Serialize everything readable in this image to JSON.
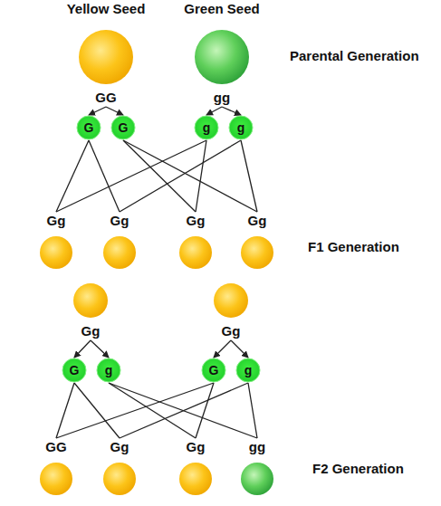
{
  "diagram": {
    "nodes": [
      {
        "text": [
          "Yellow Seed",
          "GG"
        ]
      },
      {
        "text": [
          "Green Seed",
          "gg"
        ]
      },
      {
        "text": [
          "G"
        ]
      },
      {
        "text": [
          "G"
        ]
      },
      {
        "text": [
          "g"
        ]
      },
      {
        "text": [
          "g"
        ]
      },
      {
        "text": [
          "Gg"
        ]
      },
      {
        "text": [
          "Gg"
        ]
      },
      {
        "text": [
          "Gg"
        ]
      },
      {
        "text": [
          "Gg"
        ]
      },
      {
        "text": [
          "Gg"
        ]
      },
      {
        "text": [
          "Gg"
        ]
      },
      {
        "text": [
          "G"
        ]
      },
      {
        "text": [
          "g"
        ]
      },
      {
        "text": [
          "G"
        ]
      },
      {
        "text": [
          "g"
        ]
      },
      {
        "text": [
          "GG"
        ]
      },
      {
        "text": [
          "Gg"
        ]
      },
      {
        "text": [
          "Gg"
        ]
      },
      {
        "text": [
          "gg"
        ]
      }
    ],
    "edges": [
      {
        "from": 0,
        "to": 2,
        "arrow": "to"
      },
      {
        "from": 0,
        "to": 3,
        "arrow": "to"
      },
      {
        "from": 1,
        "to": 4,
        "arrow": "to"
      },
      {
        "from": 1,
        "to": 5,
        "arrow": "to"
      },
      {
        "from": 2,
        "to": 6,
        "arrow": "none"
      },
      {
        "from": 2,
        "to": 7,
        "arrow": "none"
      },
      {
        "from": 3,
        "to": 8,
        "arrow": "none"
      },
      {
        "from": 3,
        "to": 9,
        "arrow": "none"
      },
      {
        "from": 4,
        "to": 6,
        "arrow": "none"
      },
      {
        "from": 4,
        "to": 8,
        "arrow": "none"
      },
      {
        "from": 5,
        "to": 7,
        "arrow": "none"
      },
      {
        "from": 5,
        "to": 9,
        "arrow": "none"
      },
      {
        "from": 10,
        "to": 12,
        "arrow": "to"
      },
      {
        "from": 10,
        "to": 13,
        "arrow": "to"
      },
      {
        "from": 11,
        "to": 14,
        "arrow": "to"
      },
      {
        "from": 11,
        "to": 15,
        "arrow": "to"
      },
      {
        "from": 12,
        "to": 16,
        "arrow": "none"
      },
      {
        "from": 12,
        "to": 17,
        "arrow": "none"
      },
      {
        "from": 13,
        "to": 18,
        "arrow": "none"
      },
      {
        "from": 13,
        "to": 19,
        "arrow": "none"
      },
      {
        "from": 14,
        "to": 16,
        "arrow": "none"
      },
      {
        "from": 14,
        "to": 18,
        "arrow": "none"
      },
      {
        "from": 15,
        "to": 17,
        "arrow": "none"
      },
      {
        "from": 15,
        "to": 19,
        "arrow": "none"
      }
    ],
    "labels": [
      "Parental Generation",
      "F1 Generation",
      "F2 Generation"
    ]
  }
}
